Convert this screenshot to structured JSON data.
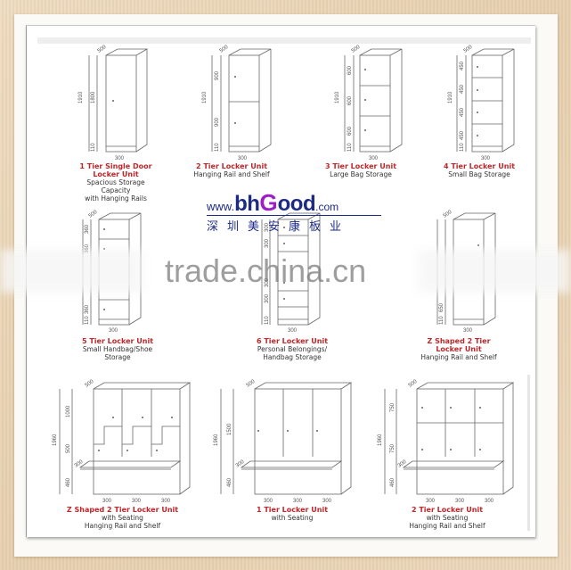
{
  "brand": {
    "www": "www.",
    "bh": "bh",
    "g": "G",
    "ood": "ood",
    "com": ".com",
    "chinese": "深圳美安康板业",
    "brand_color": "#1c2a86",
    "g_color": "#a01ec8"
  },
  "watermark": {
    "text": "trade.china.cn"
  },
  "colors": {
    "title": "#c0262a",
    "subtitle": "#333333",
    "background": "#e9d6b8",
    "paper": "#ffffff"
  },
  "units": [
    {
      "title": "1 Tier Single Door Locker Unit",
      "title_lines": [
        "1 Tier Single Door",
        "Locker Unit"
      ],
      "subtitle_lines": [
        "Spacious Storage",
        "Capacity",
        "with Hanging Rails"
      ],
      "dims": {
        "depth": "500",
        "total_height": "1910",
        "door_heights": [
          "1800"
        ],
        "plinth": "110",
        "width": "300"
      }
    },
    {
      "title": "2 Tier Locker Unit",
      "title_lines": [
        "2 Tier Locker Unit"
      ],
      "subtitle_lines": [
        "Hanging Rail and Shelf"
      ],
      "dims": {
        "depth": "500",
        "total_height": "1910",
        "door_heights": [
          "900",
          "900"
        ],
        "plinth": "110",
        "width": "300"
      }
    },
    {
      "title": "3 Tier Locker Unit",
      "title_lines": [
        "3 Tier Locker Unit"
      ],
      "subtitle_lines": [
        "Large Bag Storage"
      ],
      "dims": {
        "depth": "500",
        "total_height": "1910",
        "door_heights": [
          "600",
          "600",
          "600"
        ],
        "plinth": "110",
        "width": "300"
      }
    },
    {
      "title": "4 Tier Locker Unit",
      "title_lines": [
        "4 Tier Locker Unit"
      ],
      "subtitle_lines": [
        "Small Bag Storage"
      ],
      "dims": {
        "depth": "500",
        "total_height": "1910",
        "door_heights": [
          "450",
          "450",
          "450",
          "450"
        ],
        "plinth": "110",
        "width": "300"
      }
    },
    {
      "title": "5 Tier Locker Unit",
      "title_lines": [
        "5 Tier Locker Unit"
      ],
      "subtitle_lines": [
        "Small Handbag/Shoe",
        "Storage"
      ],
      "dims": {
        "depth": "500",
        "door_heights": [
          "360",
          "360",
          "360"
        ],
        "plinth": "110",
        "width": "300"
      }
    },
    {
      "title": "6 Tier Locker Unit",
      "title_lines": [
        "6 Tier Locker Unit"
      ],
      "subtitle_lines": [
        "Personal Belongings/",
        "Handbag Storage"
      ],
      "dims": {
        "depth": "500",
        "door_heights": [
          "300",
          "300",
          "300",
          "300"
        ],
        "plinth": "110",
        "width": "300"
      }
    },
    {
      "title": "Z Shaped 2 Tier Locker Unit",
      "title_lines": [
        "Z Shaped 2 Tier",
        "Locker Unit"
      ],
      "subtitle_lines": [
        "Hanging Rail and Shelf"
      ],
      "dims": {
        "depth": "500",
        "door_heights": [
          "650"
        ],
        "plinth": "110",
        "width": "300"
      }
    },
    {
      "title": "Z Shaped 2 Tier Locker Unit",
      "title_lines": [
        "Z Shaped 2 Tier Locker Unit"
      ],
      "subtitle_lines": [
        "with Seating",
        "Hanging Rail and Shelf"
      ],
      "dims": {
        "depth": "500",
        "total_height": "1960",
        "door_heights": [
          "1000",
          "500"
        ],
        "seat_height": "460",
        "seat_depth": "300",
        "widths": [
          "300",
          "300",
          "300"
        ]
      }
    },
    {
      "title": "1 Tier Locker Unit",
      "title_lines": [
        "1 Tier Locker Unit"
      ],
      "subtitle_lines": [
        "with Seating"
      ],
      "dims": {
        "depth": "500",
        "total_height": "1960",
        "door_heights": [
          "1500"
        ],
        "seat_height": "460",
        "seat_depth": "300",
        "widths": [
          "300",
          "300",
          "300"
        ]
      }
    },
    {
      "title": "2 Tier Locker Unit",
      "title_lines": [
        "2 Tier Locker Unit"
      ],
      "subtitle_lines": [
        "with Seating",
        "Hanging Rail and Shelf"
      ],
      "dims": {
        "depth": "500",
        "total_height": "1960",
        "door_heights": [
          "750",
          "750"
        ],
        "seat_height": "460",
        "seat_depth": "300",
        "widths": [
          "300",
          "300",
          "300"
        ]
      }
    }
  ]
}
